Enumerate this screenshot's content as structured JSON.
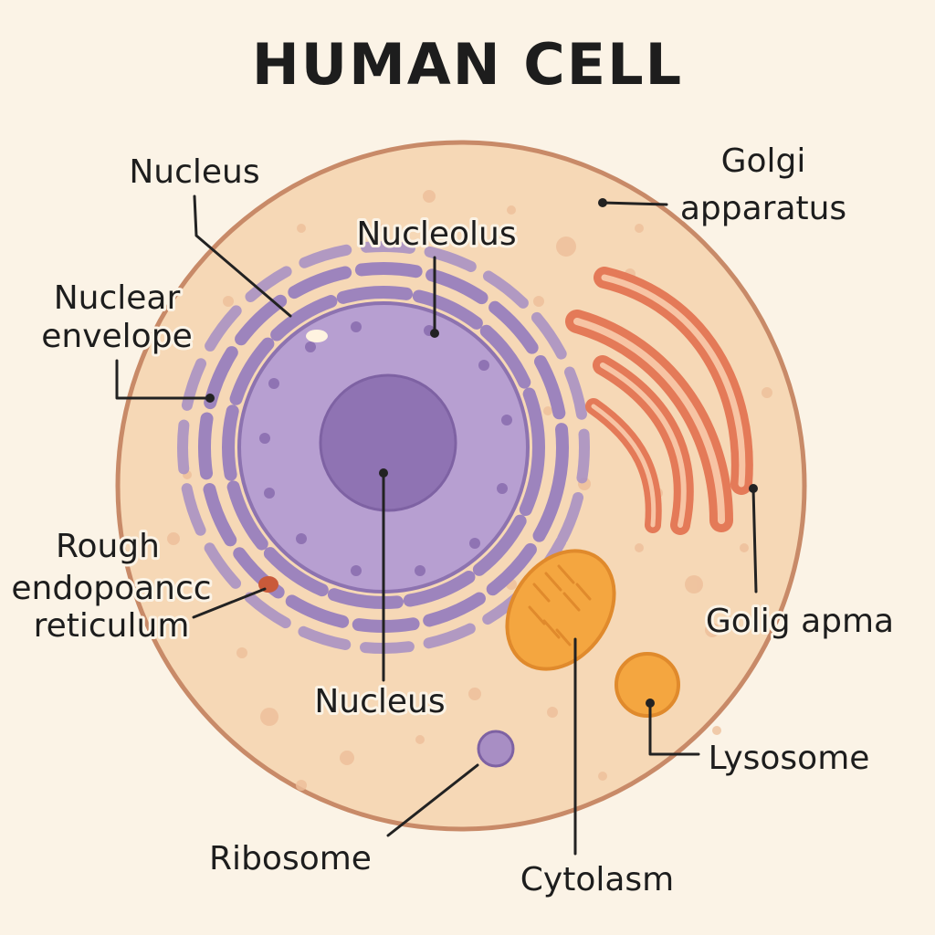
{
  "title": "HUMAN CELL",
  "labels": {
    "nucleus_top": "Nucleus",
    "nucleolus": "Nucleolus",
    "golgi_line1": "Golgi",
    "golgi_line2": "apparatus",
    "nuclear_line1": "Nuclear",
    "nuclear_line2": "envelope",
    "rough_line1": "Rough",
    "rough_line2": "endopoancc",
    "rough_line3": "reticulum",
    "golig_apma": "Golig apma",
    "nucleus_bottom": "Nucleus",
    "lysosome": "Lysosome",
    "ribosome": "Ribosome",
    "cytoplasm": "Cytolasm"
  },
  "colors": {
    "background": "#fbf3e6",
    "cell_fill": "#f6d8b6",
    "cell_membrane": "#c88a68",
    "nuclear_envelope": "#9d84bd",
    "nucleoplasm": "#b79fd1",
    "nucleolus": "#8f73b3",
    "golgi": "#e47a58",
    "mitochondrion": "#f4a640",
    "lysosome": "#f4a640",
    "ribosome": "#a88ec4",
    "rough_er_marker": "#c95a3a"
  }
}
